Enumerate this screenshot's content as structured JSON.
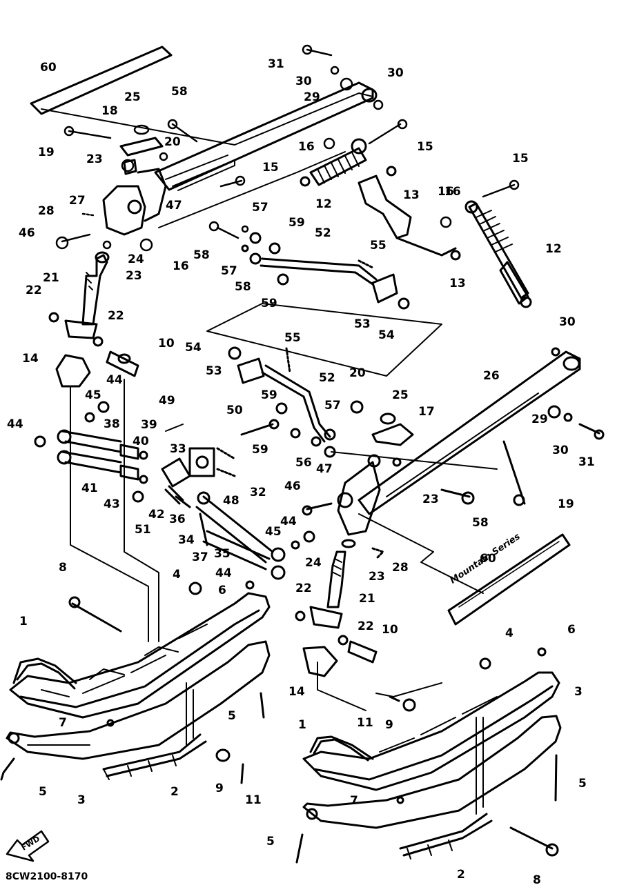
{
  "diagram_code": "8CW2100-8170",
  "fwd_label": "FWD",
  "brand_decal": "Mountain Series",
  "callouts": [
    "60",
    "31",
    "30",
    "30",
    "29",
    "25",
    "58",
    "18",
    "19",
    "20",
    "23",
    "16",
    "15",
    "16",
    "15",
    "15",
    "27",
    "28",
    "47",
    "12",
    "13",
    "16",
    "57",
    "59",
    "46",
    "24",
    "16",
    "58",
    "52",
    "55",
    "57",
    "23",
    "58",
    "59",
    "12",
    "13",
    "21",
    "22",
    "22",
    "53",
    "54",
    "14",
    "10",
    "54",
    "55",
    "53",
    "52",
    "30",
    "44",
    "45",
    "20",
    "25",
    "26",
    "59",
    "17",
    "44",
    "38",
    "49",
    "50",
    "29",
    "30",
    "31",
    "39",
    "40",
    "33",
    "59",
    "57",
    "56",
    "47",
    "19",
    "41",
    "43",
    "42",
    "36",
    "32",
    "48",
    "46",
    "23",
    "58",
    "51",
    "34",
    "37",
    "35",
    "45",
    "44",
    "28",
    "24",
    "23",
    "60",
    "8",
    "4",
    "44",
    "6",
    "22",
    "21",
    "1",
    "22",
    "10",
    "4",
    "6",
    "14",
    "3",
    "7",
    "5",
    "11",
    "9",
    "1",
    "3",
    "5",
    "2",
    "9",
    "11",
    "7",
    "5",
    "5",
    "2",
    "8"
  ]
}
